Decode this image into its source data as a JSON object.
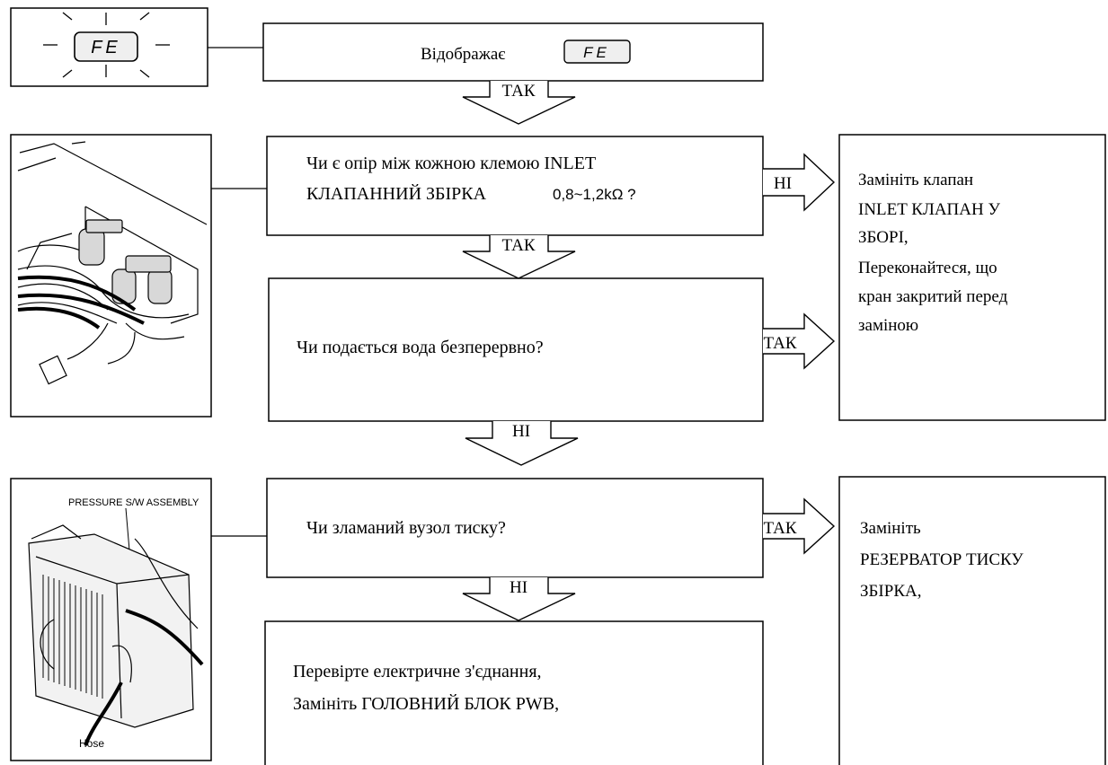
{
  "display_code": "FE",
  "start_box": {
    "prefix": "Відображає"
  },
  "q1": {
    "line1": "Чи є опір між кожною клемою INLET",
    "line2": "КЛАПАННИЙ ЗБІРКА",
    "value": "0,8~1,2kΩ ?"
  },
  "q2": {
    "text": "Чи подається вода безперервно?"
  },
  "q3": {
    "text": "Чи зламаний вузол тиску?"
  },
  "end_box": {
    "line1": "Перевірте електричне з'єднання,",
    "line2": "Замініть ГОЛОВНИЙ БЛОК PWB,"
  },
  "replace_valve": {
    "lines": [
      "Замініть клапан",
      "INLET КЛАПАН У",
      "ЗБОРІ,",
      "Переконайтеся, що",
      "кран закритий перед",
      "заміною"
    ]
  },
  "replace_pressure": {
    "lines": [
      "Замініть",
      "РЕЗЕРВАТОР ТИСКУ",
      "ЗБІРКА,"
    ]
  },
  "arrows": {
    "yes": "ТАК",
    "no": "НІ"
  },
  "photo_pressure": {
    "caption_top": "PRESSURE S/W ASSEMBLY",
    "caption_bottom": "Hose"
  }
}
